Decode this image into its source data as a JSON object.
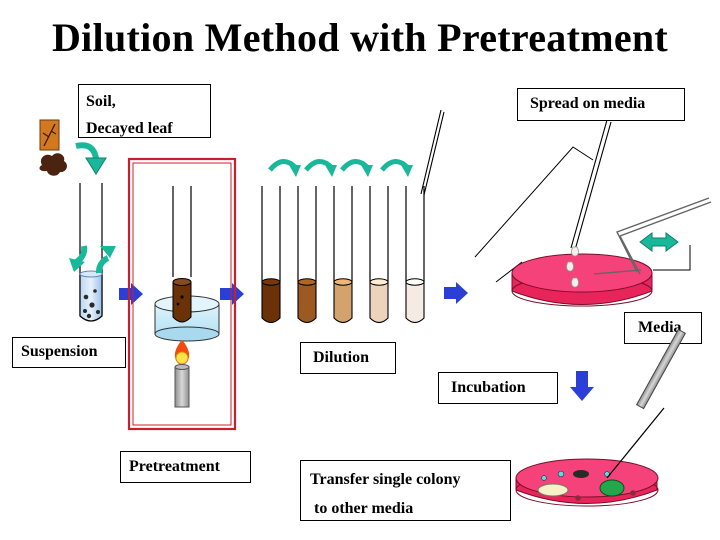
{
  "title": "Dilution Method with Pretreatment",
  "labels": {
    "source_line1": "Soil,",
    "source_line2": "Decayed leaf",
    "suspension": "Suspension",
    "pretreatment": "Pretreatment",
    "dilution": "Dilution",
    "spread": "Spread on media",
    "media": "Media",
    "incubation": "Incubation",
    "transfer_line1": "Transfer single colony",
    "transfer_line2": "to other media"
  },
  "colors": {
    "arrow_blue": "#2b3fd6",
    "curl_teal": "#19b89a",
    "media_pink": "#e8245a",
    "frame_red": "#c8202a",
    "dilution_shades": [
      "#6b3208",
      "#9c5a22",
      "#d4a26c",
      "#ecd3bb",
      "#f5ebe3"
    ]
  },
  "icons": [
    "leaf-icon",
    "soil-clump-icon",
    "burner-flame-icon",
    "pipette-icon",
    "spreader-icon",
    "inoculation-loop-icon"
  ]
}
